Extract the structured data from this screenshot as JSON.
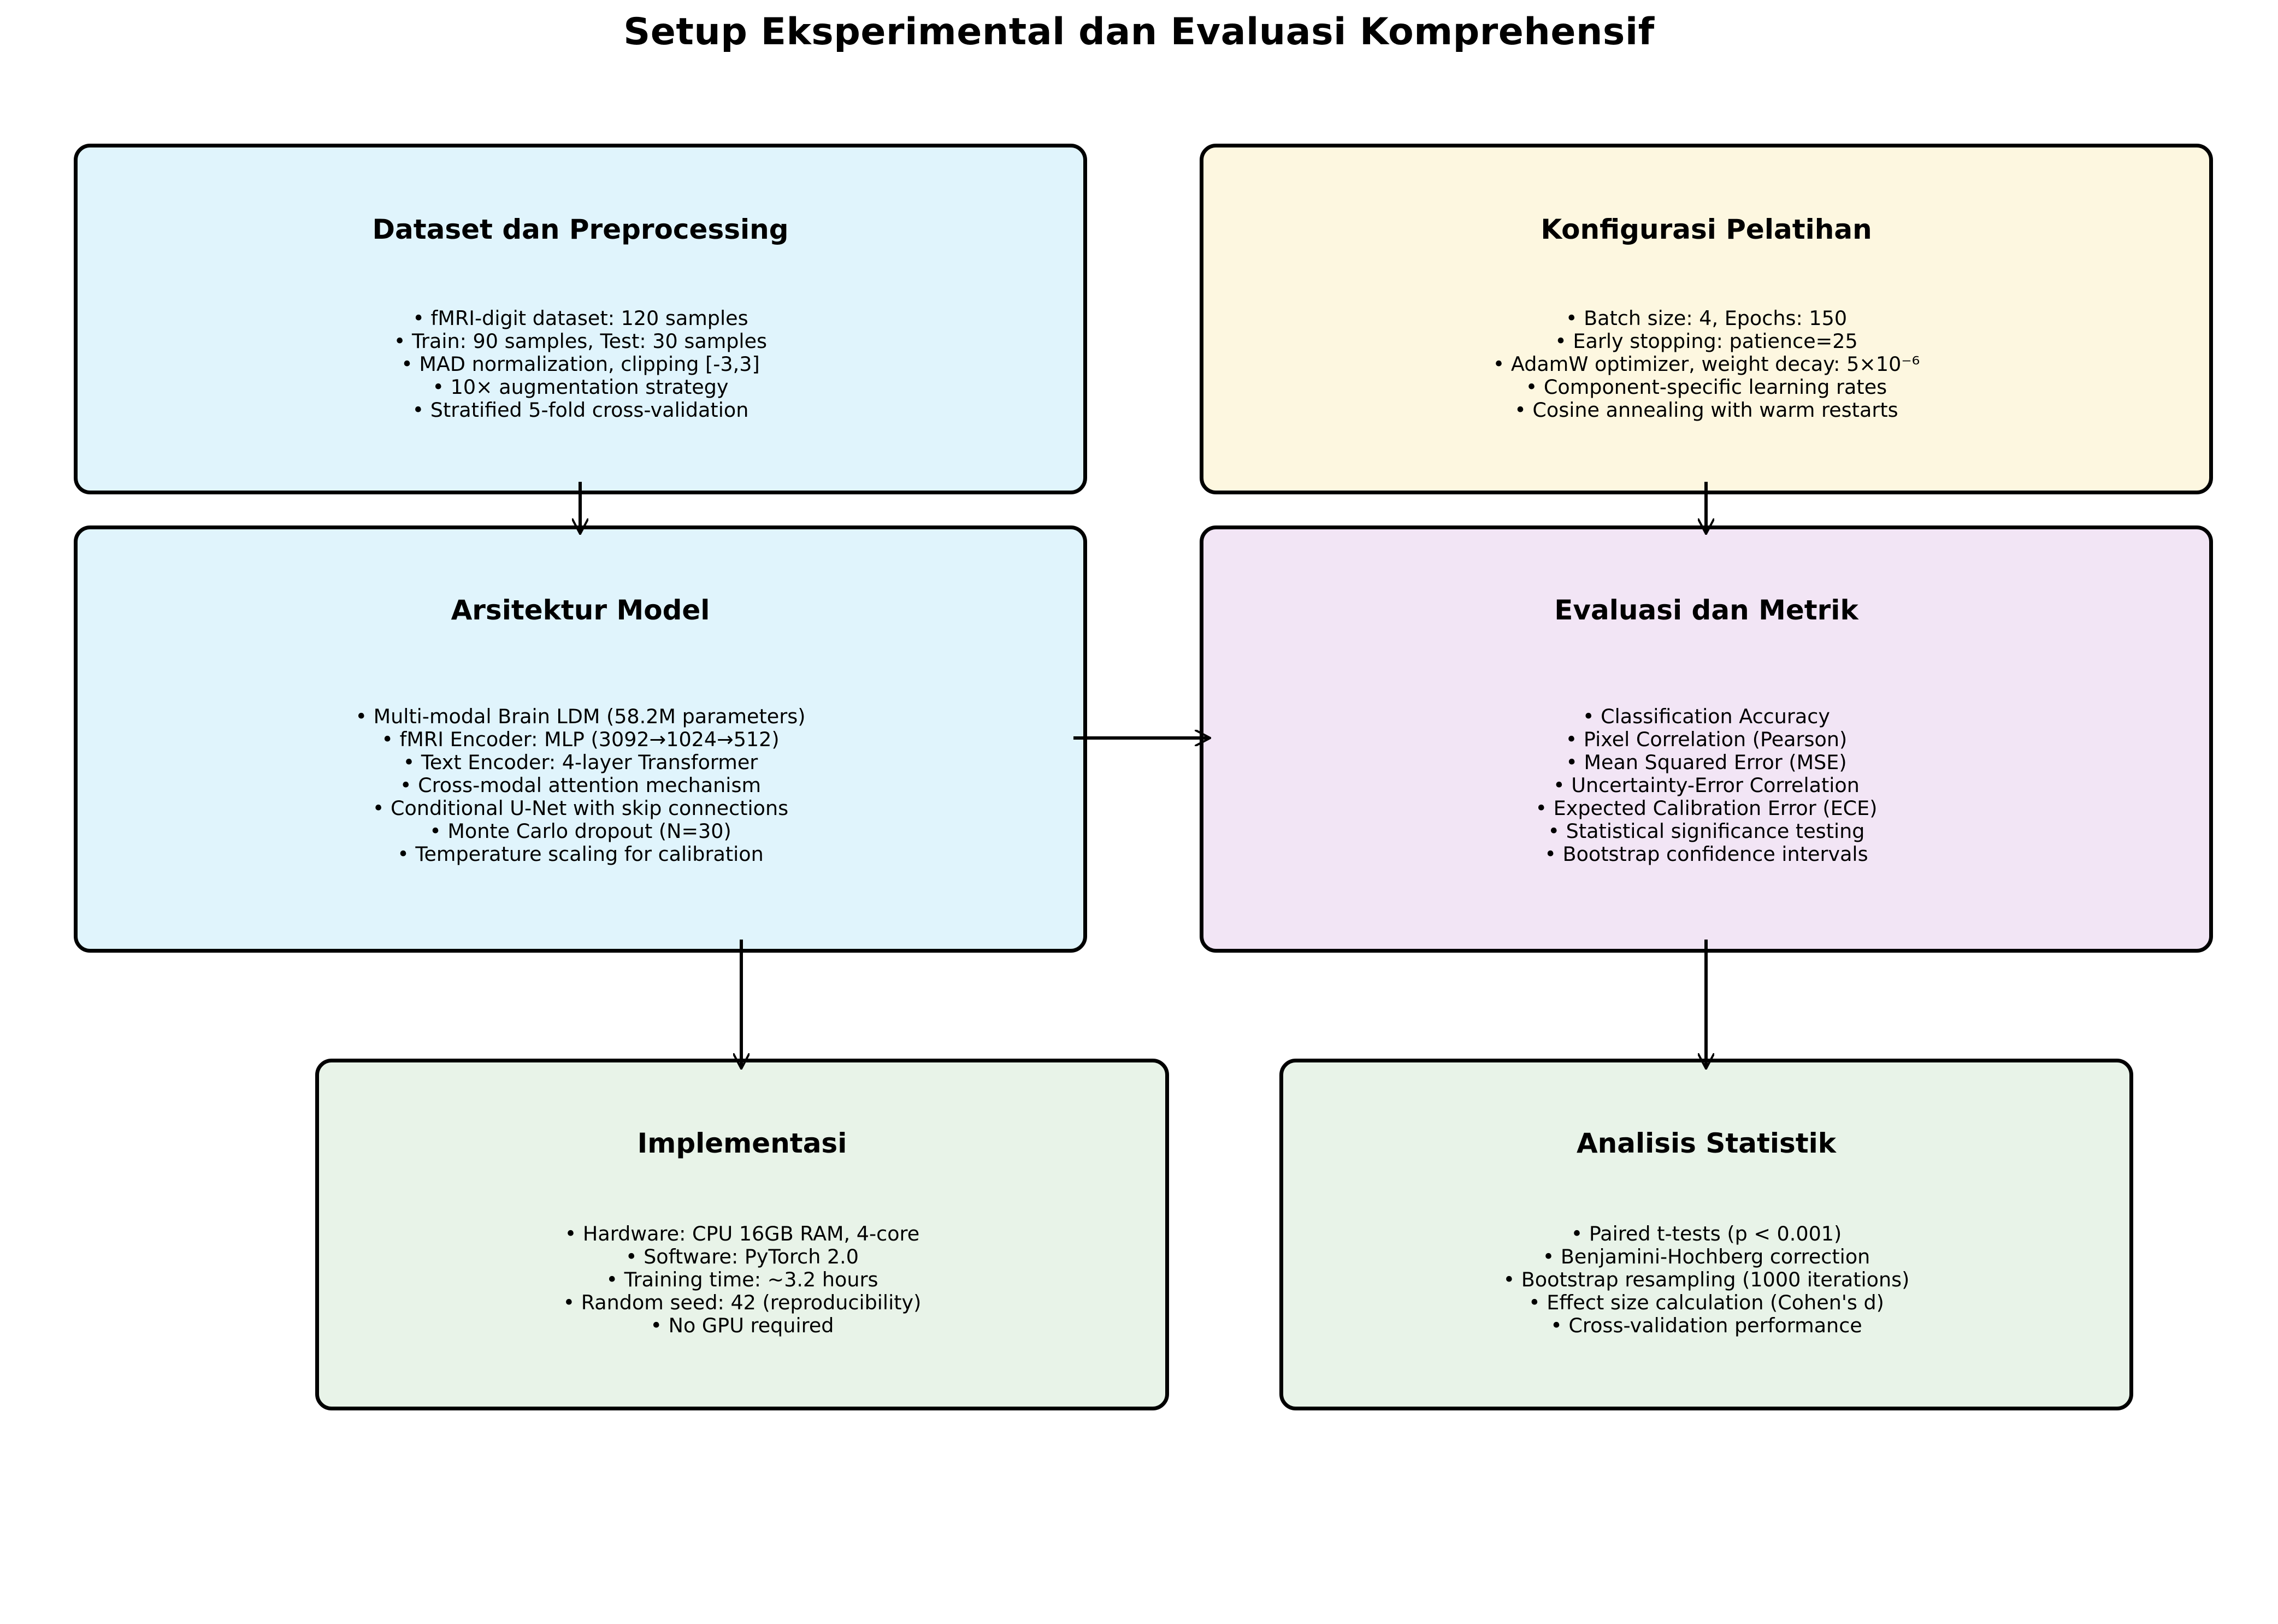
{
  "title": "Setup Eksperimental dan Evaluasi Komprehensif",
  "colors": {
    "blue_fill": "#e0f4fc",
    "yellow_fill": "#fdf7e0",
    "purple_fill": "#f2e5f5",
    "green_fill": "#e8f3e8",
    "border": "#000000",
    "arrow": "#000000"
  },
  "boxes": {
    "dataset": {
      "title": "Dataset dan Preprocessing",
      "items": [
        "• fMRI-digit dataset: 120 samples",
        "• Train: 90 samples, Test: 30 samples",
        "• MAD normalization, clipping [-3,3]",
        "• 10× augmentation strategy",
        "• Stratified 5-fold cross-validation"
      ]
    },
    "training": {
      "title": "Konfigurasi Pelatihan",
      "items": [
        "• Batch size: 4, Epochs: 150",
        "• Early stopping: patience=25",
        "• AdamW optimizer, weight decay: 5×10⁻⁶",
        "• Component-specific learning rates",
        "• Cosine annealing with warm restarts"
      ]
    },
    "architecture": {
      "title": "Arsitektur Model",
      "items": [
        "• Multi-modal Brain LDM (58.2M parameters)",
        "• fMRI Encoder: MLP (3092→1024→512)",
        "• Text Encoder: 4-layer Transformer",
        "• Cross-modal attention mechanism",
        "• Conditional U-Net with skip connections",
        "• Monte Carlo dropout (N=30)",
        "• Temperature scaling for calibration"
      ]
    },
    "evaluation": {
      "title": "Evaluasi dan Metrik",
      "items": [
        "• Classification Accuracy",
        "• Pixel Correlation (Pearson)",
        "• Mean Squared Error (MSE)",
        "• Uncertainty-Error Correlation",
        "• Expected Calibration Error (ECE)",
        "• Statistical significance testing",
        "• Bootstrap confidence intervals"
      ]
    },
    "implementation": {
      "title": "Implementasi",
      "items": [
        "• Hardware: CPU 16GB RAM, 4-core",
        "• Software: PyTorch 2.0",
        "• Training time: ~3.2 hours",
        "• Random seed: 42 (reproducibility)",
        "• No GPU required"
      ]
    },
    "statistics": {
      "title": "Analisis Statistik",
      "items": [
        "• Paired t-tests (p < 0.001)",
        "• Benjamini-Hochberg correction",
        "• Bootstrap resampling (1000 iterations)",
        "• Effect size calculation (Cohen's d)",
        "• Cross-validation performance"
      ]
    }
  }
}
